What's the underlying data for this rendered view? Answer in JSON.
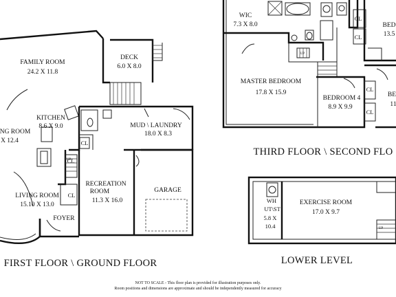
{
  "sections": {
    "first_floor": "FIRST FLOOR \\ GROUND FLOOR",
    "third_second": "THIRD FLOOR \\ SECOND FLO",
    "lower_level": "LOWER LEVEL"
  },
  "rooms": {
    "family_room": {
      "name": "FAMILY ROOM",
      "dim": "24.2 X 11.8"
    },
    "deck": {
      "name": "DECK",
      "dim": "6.0 X 8.0"
    },
    "kitchen": {
      "name": "KITCHEN",
      "dim": "8.6 X 9.0"
    },
    "dining_room": {
      "name": "NG ROOM",
      "dim": "X 12.4"
    },
    "mud_laundry": {
      "name": "MUD \\ LAUNDRY",
      "dim": "18.0 X 8.3"
    },
    "living_room": {
      "name": "LIVING ROOM",
      "dim": "15.10 X 13.0"
    },
    "recreation_room": {
      "name": "RECREATION",
      "name2": "ROOM",
      "dim": "11.3 X 16.0"
    },
    "garage": {
      "name": "GARAGE"
    },
    "foyer": {
      "name": "FOYER"
    },
    "wic": {
      "name": "WIC",
      "dim": "7.3 X 8.0"
    },
    "master_bedroom": {
      "name": "MASTER BEDROOM",
      "dim": "17.8 X 15.9"
    },
    "bedroom4": {
      "name": "BEDROOM 4",
      "dim": "8.9 X 9.9"
    },
    "bedroom_partial_top": {
      "name": "BED",
      "dim": "13.5"
    },
    "bedroom_partial_mid": {
      "name": "BE",
      "dim": "11"
    },
    "exercise_room": {
      "name": "EXERCISE ROOM",
      "dim": "17.0 X 9.7"
    },
    "wh_ut_st": {
      "name": "WH",
      "name2": "UT\\ST",
      "dim": "5.8 X",
      "dim2": "10.4"
    }
  },
  "closet_label": "CL",
  "up_label": "UP",
  "disclaimer": {
    "line1": "NOT TO SCALE - This floor plan is provided for illustration purposes only.",
    "line2": "Room positions and dimensions are approximate and should be independently measured for accuracy"
  }
}
